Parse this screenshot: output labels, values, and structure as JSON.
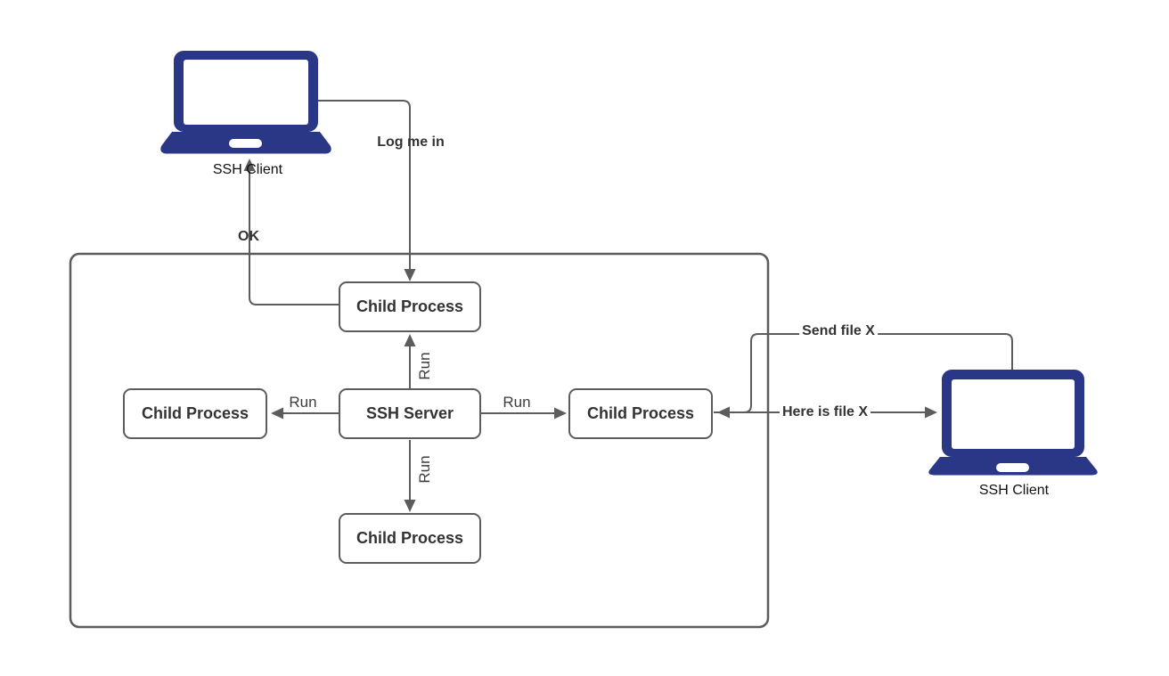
{
  "diagram": {
    "kind": "ssh-architecture-flow-diagram",
    "colors": {
      "laptop_fill": "#2a3786",
      "screen_fill": "#ffffff",
      "stroke": "#5c5c5c",
      "node_border": "#5c5c5c",
      "node_text": "#333333",
      "background": "#ffffff"
    },
    "clients": {
      "top": {
        "label": "SSH Client"
      },
      "right": {
        "label": "SSH Client"
      }
    },
    "nodes": {
      "server": {
        "label": "SSH Server"
      },
      "child_top": {
        "label": "Child Process"
      },
      "child_left": {
        "label": "Child Process"
      },
      "child_right": {
        "label": "Child Process"
      },
      "child_bottom": {
        "label": "Child Process"
      }
    },
    "edges": {
      "log_me_in": {
        "label": "Log me in",
        "from": "ssh-client-top",
        "to": "child-process-top"
      },
      "ok": {
        "label": "OK",
        "from": "child-process-top",
        "to": "ssh-client-top"
      },
      "run_top": {
        "label": "Run",
        "from": "ssh-server",
        "to": "child-process-top"
      },
      "run_left": {
        "label": "Run",
        "from": "ssh-server",
        "to": "child-process-left"
      },
      "run_right": {
        "label": "Run",
        "from": "ssh-server",
        "to": "child-process-right"
      },
      "run_bottom": {
        "label": "Run",
        "from": "ssh-server",
        "to": "child-process-bottom"
      },
      "send_file": {
        "label": "Send file X",
        "from": "ssh-client-right",
        "to": "child-process-right"
      },
      "here_is_file": {
        "label": "Here is file X",
        "from": "child-process-right",
        "to": "ssh-client-right"
      }
    }
  }
}
